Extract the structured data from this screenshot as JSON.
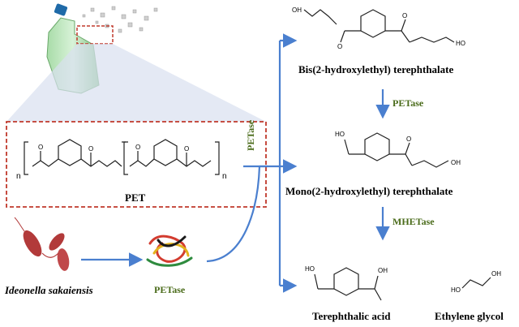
{
  "colors": {
    "arrow": "#4a7fcf",
    "dash_box": "#c0392b",
    "enzyme_text": "#4a6b1a",
    "bacteria": "#b23a3a",
    "bottle": "#8fcf8f",
    "bond": "#222222",
    "oxygen": "#000000"
  },
  "labels": {
    "bhet": "Bis(2-hydroxylethyl) terephthalate",
    "mhet": "Mono(2-hydroxylethyl) terephthalate",
    "tpa": "Terephthalic acid",
    "eg": "Ethylene glycol",
    "pet": "PET",
    "organism": "Ideonella sakaiensis",
    "petase_protein": "PETase",
    "petase_vertical": "PETase",
    "petase_step1": "PETase",
    "mhetase_step2": "MHETase"
  },
  "atoms": {
    "oh": "OH",
    "ho": "HO",
    "o": "O",
    "n": "n"
  },
  "icons": [
    "plastic-bottle-icon",
    "bacteria-icon",
    "protein-structure-icon"
  ]
}
